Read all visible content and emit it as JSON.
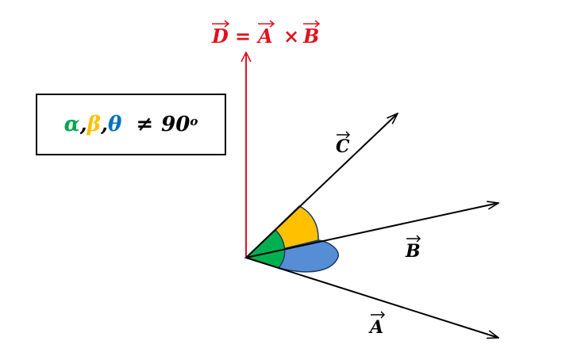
{
  "colors": {
    "alpha": "#00A650",
    "beta": "#FFC000",
    "theta": "#0070C0",
    "d_vector": "#E0121C",
    "sector_green": "#00B050",
    "sector_yellow": "#FFC000",
    "sector_blue": "#558ED5",
    "ink": "#000000"
  },
  "labels": {
    "d_formula": {
      "d": "D",
      "eq": "=",
      "a": "A",
      "times": "×",
      "b": "B"
    },
    "vec_c": "C",
    "vec_b": "B",
    "vec_a": "A"
  },
  "condition": {
    "alpha": "α",
    "comma1": ",",
    "beta": "β",
    "comma2": ",",
    "theta": "θ",
    "neq": "≠",
    "value": "90",
    "superscript": "o"
  }
}
